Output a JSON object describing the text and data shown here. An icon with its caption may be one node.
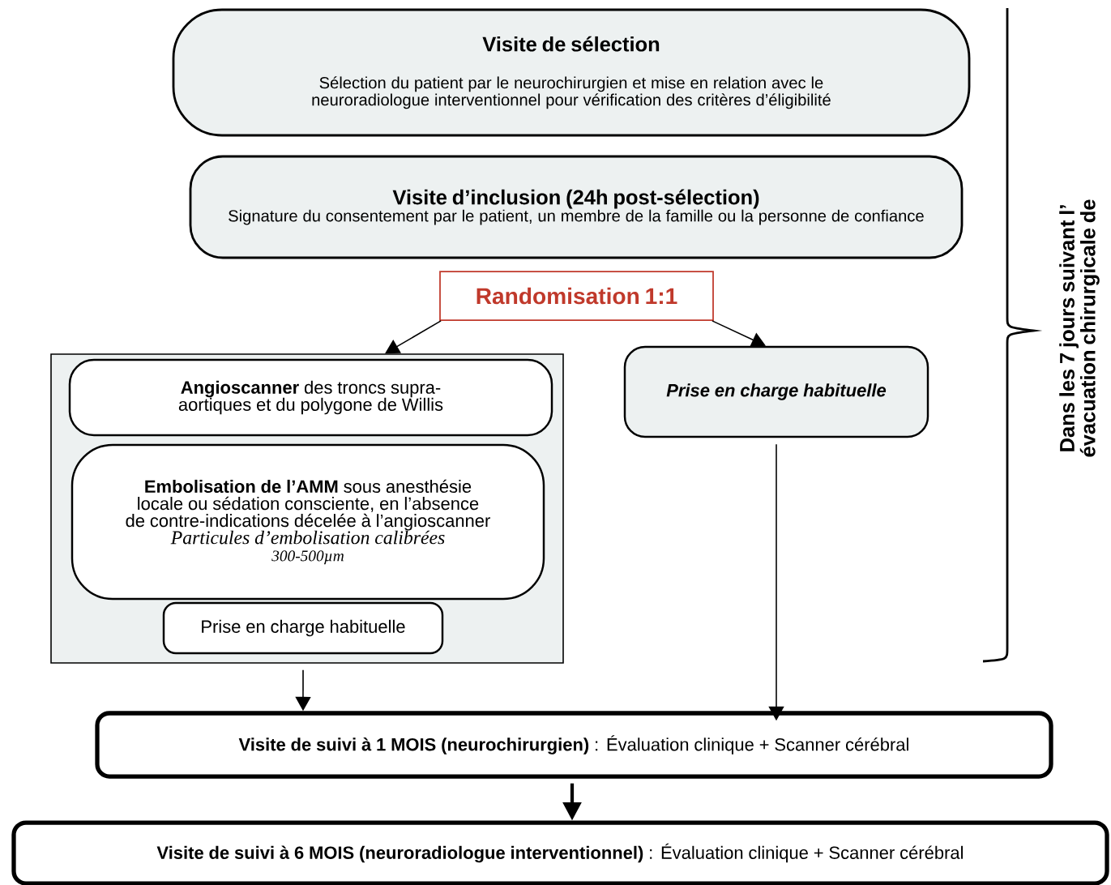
{
  "diagram": {
    "nodes": [
      {
        "text": [
          "Visite de sélection",
          "Sélection du patient par le neurochirurgien et mise en relation avec le neuroradiologue interventionnel pour vérification des critères d’éligibilité"
        ]
      },
      {
        "text": [
          "Visite d’inclusion (24h post-sélection)",
          "Signature du consentement par le patient, un membre de la famille ou la personne de confiance"
        ]
      },
      {
        "text": [
          "Randomisation 1:1"
        ]
      },
      {
        "text": [],
        "shape": "box"
      },
      {
        "text": [
          "**Angioscanner** des troncs supra-aortiques et du polygone de Willis"
        ],
        "in": 3
      },
      {
        "text": [
          "**Embolisation de l’AMM** sous anesthésie locale ou sédation consciente, en l’absence de contre-indications décelée à l’angioscanner",
          "Particules d’embolisation calibrées",
          "300-500µm"
        ],
        "in": 3
      },
      {
        "text": [
          "Prise en charge habituelle"
        ],
        "in": 3
      },
      {
        "text": [
          "Prise en charge habituelle"
        ]
      },
      {
        "text": [
          "**Visite de suivi à 1 MOIS (neurochirurgien)** : Évaluation clinique + Scanner cérébral"
        ]
      },
      {
        "text": [
          "**Visite de suivi à 6 MOIS (neuroradiologue interventionnel)** : Évaluation clinique + Scanner cérébral"
        ]
      }
    ],
    "edges": [
      {
        "from": 2,
        "to": 3,
        "arrow": "to"
      },
      {
        "from": 2,
        "to": 7,
        "arrow": "to"
      },
      {
        "from": 3,
        "to": 8,
        "arrow": "to"
      },
      {
        "from": 7,
        "to": 8,
        "arrow": "to"
      },
      {
        "from": 8,
        "to": 9,
        "arrow": "to",
        "style": "thick"
      }
    ],
    "labels": [
      "Dans les 7 jours suivant l’ évacuation chirurgicale de"
    ]
  }
}
